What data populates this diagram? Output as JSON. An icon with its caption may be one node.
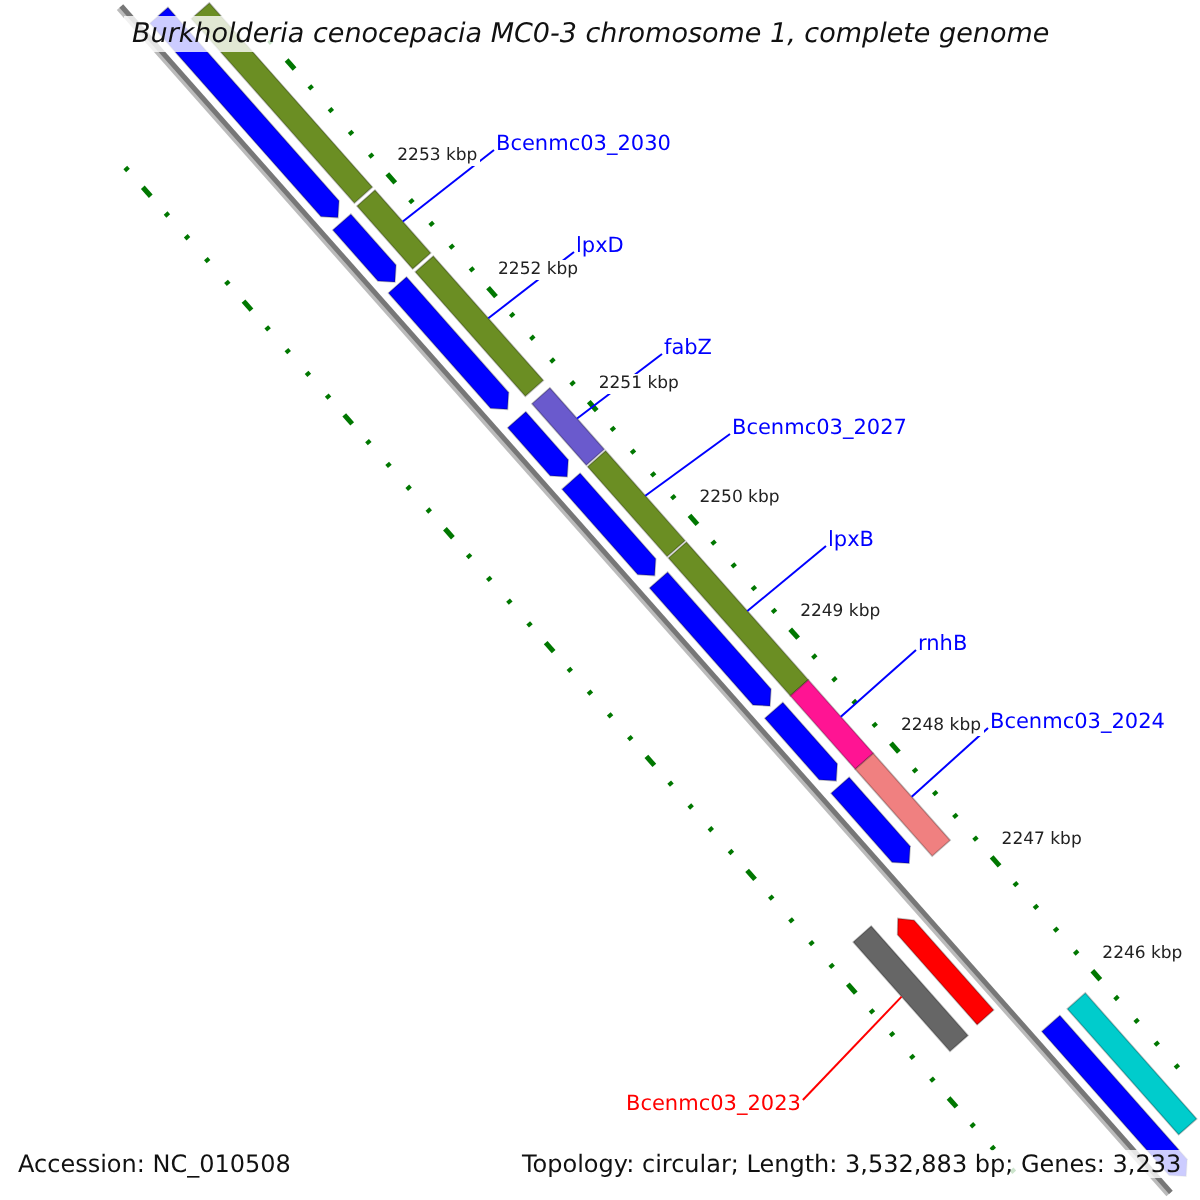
{
  "diagram": {
    "title": "Burkholderia cenocepacia MC0-3 chromosome 1, complete genome",
    "nodes": [
      {
        "text": [
          "Bcenmc03_2030"
        ]
      },
      {
        "text": [
          "lpxD"
        ]
      },
      {
        "text": [
          "fabZ"
        ]
      },
      {
        "text": [
          "Bcenmc03_2027"
        ]
      },
      {
        "text": [
          "lpxB"
        ]
      },
      {
        "text": [
          "rnhB"
        ]
      },
      {
        "text": [
          "Bcenmc03_2024"
        ]
      },
      {
        "text": [
          "Bcenmc03_2023"
        ]
      },
      {
        "text": [],
        "shape": "bar"
      },
      {
        "text": [],
        "shape": "bar"
      },
      {
        "text": [],
        "shape": "bar"
      },
      {
        "text": [],
        "shape": "bar"
      },
      {
        "text": [],
        "shape": "bar"
      },
      {
        "text": [],
        "shape": "bar"
      },
      {
        "text": [],
        "shape": "bar"
      },
      {
        "text": [],
        "shape": "bar"
      },
      {
        "text": [],
        "shape": "bar"
      },
      {
        "text": [],
        "shape": "bar"
      },
      {
        "text": [],
        "shape": "bar"
      },
      {
        "text": [],
        "shape": "bar"
      },
      {
        "text": [],
        "shape": "bar"
      },
      {
        "text": [],
        "shape": "bar"
      },
      {
        "text": [],
        "shape": "bar"
      },
      {
        "text": [],
        "shape": "bar"
      },
      {
        "text": [],
        "shape": "bar"
      },
      {
        "text": [],
        "shape": "bar"
      },
      {
        "text": [],
        "shape": "bar"
      },
      {
        "text": [],
        "shape": "bar"
      }
    ],
    "edges": [
      {
        "from": 0,
        "to": 8,
        "arrow": "none"
      },
      {
        "from": 1,
        "to": 9,
        "arrow": "none"
      },
      {
        "from": 2,
        "to": 10,
        "arrow": "none"
      },
      {
        "from": 3,
        "to": 11,
        "arrow": "none"
      },
      {
        "from": 4,
        "to": 12,
        "arrow": "none"
      },
      {
        "from": 5,
        "to": 13,
        "arrow": "none"
      },
      {
        "from": 6,
        "to": 14,
        "arrow": "none"
      },
      {
        "from": 7,
        "to": 15,
        "arrow": "none",
        "color": "#ff0000"
      }
    ],
    "labels": [
      "2253 kbp",
      "2252 kbp",
      "2251 kbp",
      "2250 kbp",
      "2249 kbp",
      "2248 kbp",
      "2247 kbp",
      "2246 kbp",
      "Accession: NC_010508",
      "Topology: circular; Length: 3,532,883 bp; Genes: 3,233"
    ]
  }
}
